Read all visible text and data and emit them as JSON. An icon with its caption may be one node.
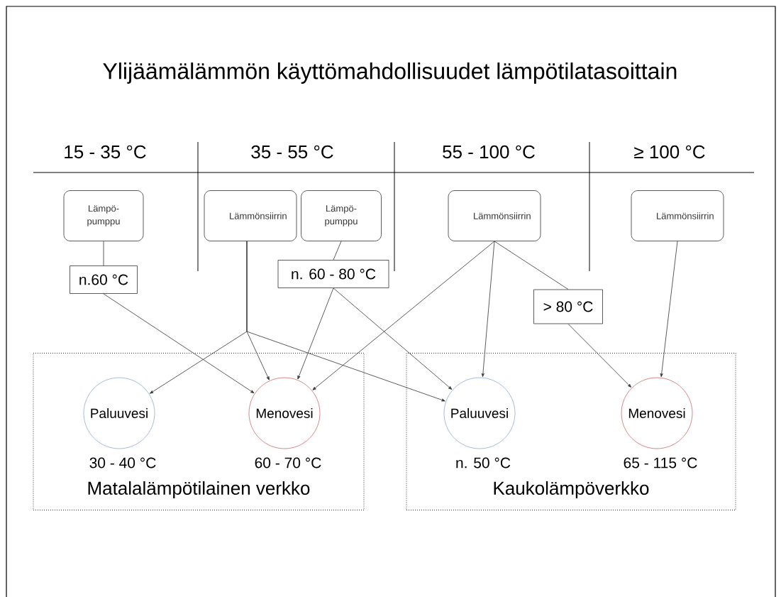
{
  "diagram": {
    "title": "Ylijäämälämmön käyttömahdollisuudet lämpötilatasoittain",
    "nodes": [
      {
        "text": [
          "Lämpö- pumppu"
        ]
      },
      {
        "text": [
          "Lämmönsiirrin"
        ]
      },
      {
        "text": [
          "Lämpö- pumppu"
        ]
      },
      {
        "text": [
          "Lämmönsiirrin"
        ]
      },
      {
        "text": [
          "Lämmönsiirrin"
        ]
      },
      {
        "text": [
          "n.60 °C"
        ]
      },
      {
        "text": [
          "n. 60 - 80 °C"
        ]
      },
      {
        "text": [
          "> 80 °C"
        ]
      },
      {
        "text": [
          "Matalalämpötilainen verkko"
        ]
      },
      {
        "text": [
          "Paluuvesi"
        ],
        "in": 8,
        "beside": [
          "30 - 40 °C"
        ]
      },
      {
        "text": [
          "Menovesi"
        ],
        "in": 8,
        "beside": [
          "60 - 70 °C"
        ]
      },
      {
        "text": [
          "Kaukolämpöverkko"
        ]
      },
      {
        "text": [
          "Paluuvesi"
        ],
        "in": 11,
        "beside": [
          "n. 50 °C"
        ]
      },
      {
        "text": [
          "Menovesi"
        ],
        "in": 11,
        "beside": [
          "65 - 115 °C"
        ]
      }
    ],
    "edges": [
      {
        "from": 0,
        "to": 5,
        "arrow": "none"
      },
      {
        "from": 5,
        "to": 10,
        "arrow": "to"
      },
      {
        "from": 1,
        "to": 9,
        "arrow": "to"
      },
      {
        "from": 1,
        "to": 10,
        "arrow": "to"
      },
      {
        "from": 1,
        "to": 12,
        "arrow": "to"
      },
      {
        "from": 2,
        "to": 6,
        "arrow": "none"
      },
      {
        "from": 6,
        "to": 10,
        "arrow": "to"
      },
      {
        "from": 6,
        "to": 12,
        "arrow": "to"
      },
      {
        "from": 3,
        "to": 10,
        "arrow": "to"
      },
      {
        "from": 3,
        "to": 12,
        "arrow": "to"
      },
      {
        "from": 3,
        "to": 7,
        "arrow": "none"
      },
      {
        "from": 7,
        "to": 13,
        "arrow": "to"
      },
      {
        "from": 4,
        "to": 13,
        "arrow": "to"
      }
    ],
    "labels": [
      "15 - 35 °C",
      "35 - 55 °C",
      "55 - 100 °C",
      "≥ 100 °C"
    ]
  }
}
